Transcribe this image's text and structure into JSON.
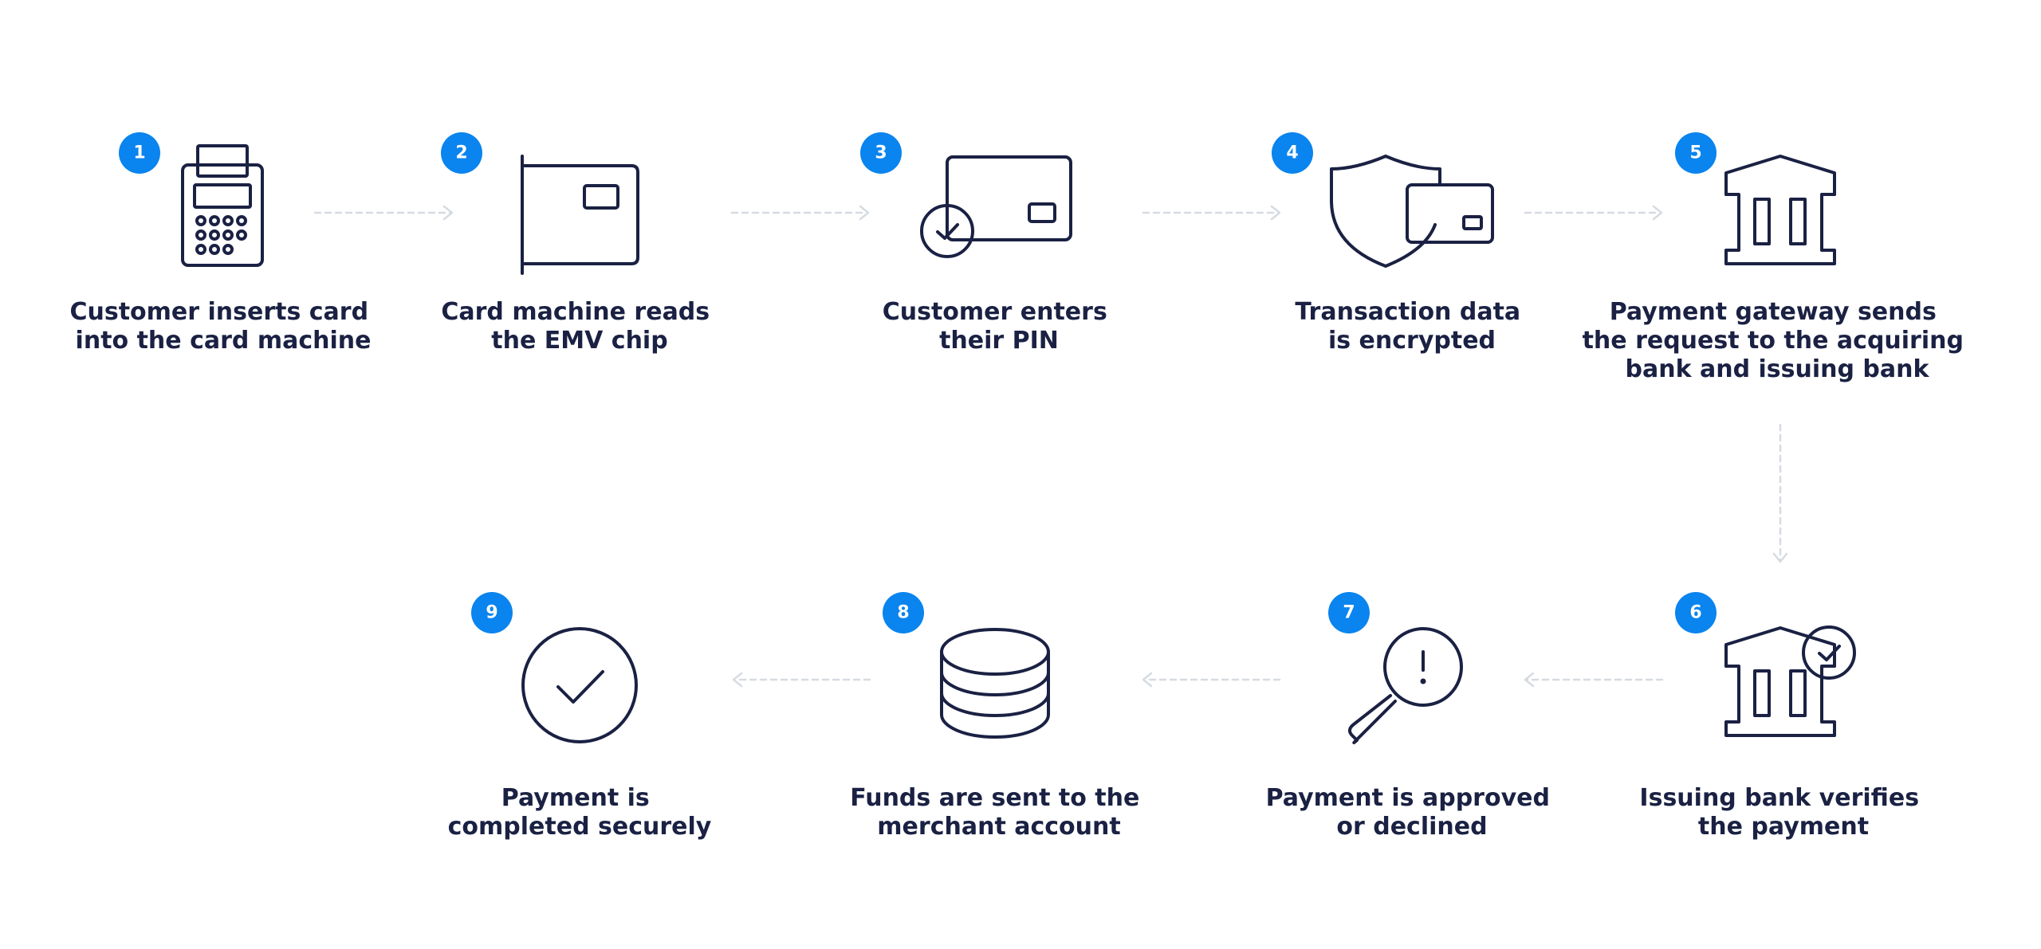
{
  "colors": {
    "badge": "#0a84ee",
    "badge_text": "#ffffff",
    "icon_stroke": "#1a2143",
    "label": "#1a2143",
    "connector": "#d6dbe2",
    "background": "#ffffff"
  },
  "steps": [
    {
      "number": "1",
      "icon": "card-terminal-icon",
      "label_lines": [
        "Customer inserts card",
        "into the card machine"
      ]
    },
    {
      "number": "2",
      "icon": "card-chip-icon",
      "label_lines": [
        "Card machine reads",
        "the EMV chip"
      ]
    },
    {
      "number": "3",
      "icon": "card-check-icon",
      "label_lines": [
        "Customer enters",
        "their PIN"
      ]
    },
    {
      "number": "4",
      "icon": "shield-card-icon",
      "label_lines": [
        "Transaction data",
        "is encrypted"
      ]
    },
    {
      "number": "5",
      "icon": "bank-icon",
      "label_lines": [
        "Payment gateway sends",
        "the request to the acquiring",
        "bank and issuing bank"
      ]
    },
    {
      "number": "6",
      "icon": "bank-check-icon",
      "label_lines": [
        "Issuing bank verifies",
        "the payment"
      ]
    },
    {
      "number": "7",
      "icon": "magnifier-alert-icon",
      "label_lines": [
        "Payment is approved",
        "or declined"
      ]
    },
    {
      "number": "8",
      "icon": "coin-stack-icon",
      "label_lines": [
        "Funds are sent to the",
        "merchant account"
      ]
    },
    {
      "number": "9",
      "icon": "check-circle-icon",
      "label_lines": [
        "Payment is",
        "completed securely"
      ]
    }
  ]
}
